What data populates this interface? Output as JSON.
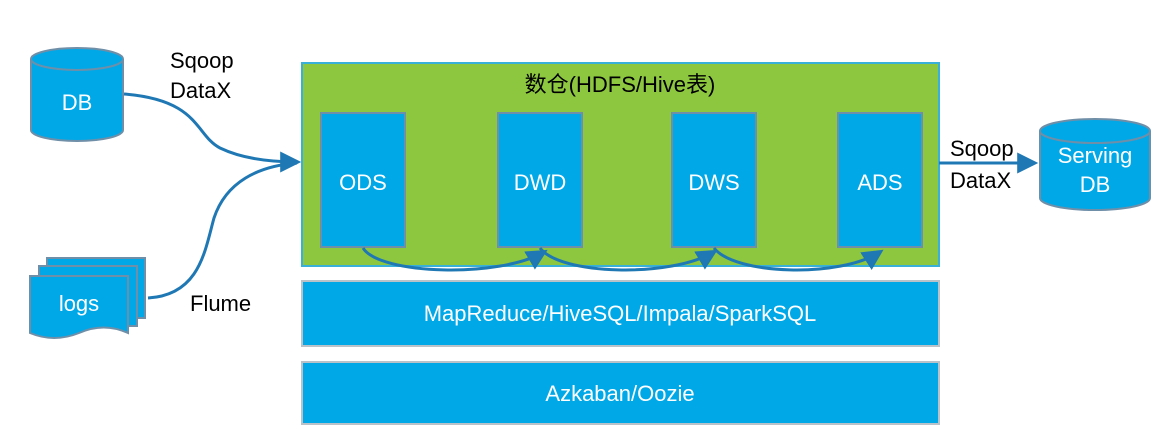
{
  "colors": {
    "blue": "#00a8e8",
    "blue_border": "#6f8fa8",
    "green": "#8dc63f",
    "green_border": "#39b0d8",
    "arrow": "#1f78b4",
    "bar_border": "#b9c2c9"
  },
  "sources": {
    "db": "DB",
    "logs": "logs"
  },
  "ingest": {
    "sqoop_in_line1": "Sqoop",
    "sqoop_in_line2": "DataX",
    "flume": "Flume"
  },
  "warehouse": {
    "title": "数仓(HDFS/Hive表)",
    "layers": [
      "ODS",
      "DWD",
      "DWS",
      "ADS"
    ]
  },
  "export": {
    "sqoop_out_line1": "Sqoop",
    "sqoop_out_line2": "DataX"
  },
  "serving": {
    "line1": "Serving",
    "line2": "DB"
  },
  "compute_bar": "MapReduce/HiveSQL/Impala/SparkSQL",
  "scheduler_bar": "Azkaban/Oozie"
}
